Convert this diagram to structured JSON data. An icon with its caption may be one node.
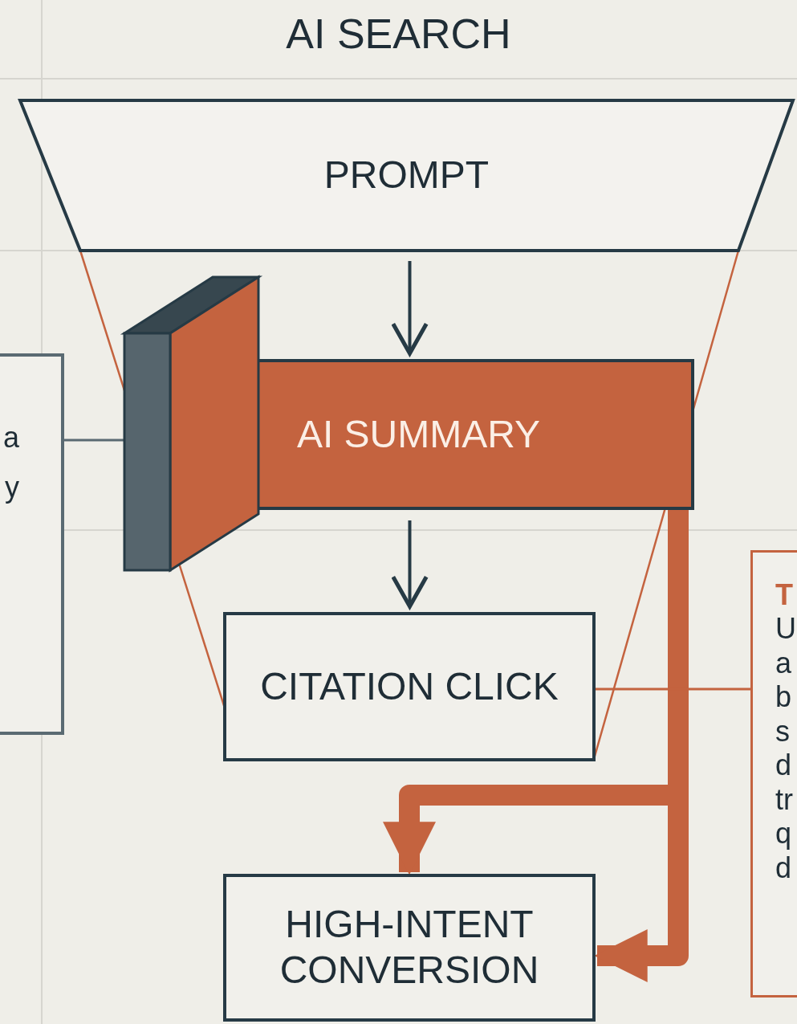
{
  "diagram": {
    "title": "AI SEARCH",
    "nodes": [
      {
        "text": [
          "PROMPT"
        ]
      },
      {
        "text": [
          "AI SUMMARY"
        ]
      },
      {
        "text": [
          "CITATION CLICK"
        ]
      },
      {
        "text": [
          "HIGH-INTENT CONVERSION"
        ]
      },
      {
        "text": [
          "a",
          "y"
        ]
      },
      {
        "text": [
          "T",
          "U a b s d tr q d"
        ]
      }
    ],
    "edges": [
      {
        "from": 0,
        "to": 1,
        "arrow": "to",
        "color": "#263a45"
      },
      {
        "from": 1,
        "to": 2,
        "arrow": "to",
        "color": "#263a45"
      },
      {
        "from": 1,
        "to": 3,
        "arrow": "to",
        "style": "thick",
        "color": "#c4633f"
      },
      {
        "from": 1,
        "to": 3,
        "arrow": "to",
        "style": "thick",
        "color": "#c4633f"
      },
      {
        "from": 4,
        "to": 1,
        "arrow": "none",
        "color": "#5a6a72"
      },
      {
        "from": 5,
        "to": 2,
        "arrow": "none",
        "color": "#c4633f"
      }
    ]
  }
}
